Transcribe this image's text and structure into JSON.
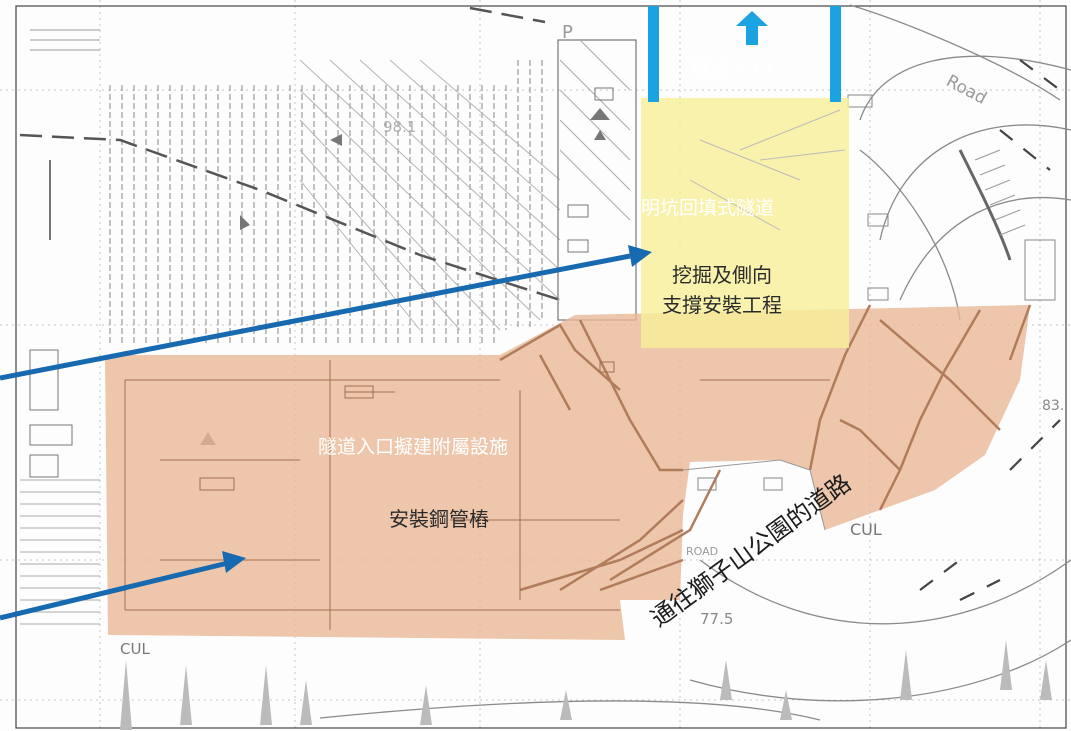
{
  "labels": {
    "tunnel_entrance": "隧道入口",
    "backfill_tunnel": "明坑回填式隧道",
    "excavation_line1": "挖掘及側向",
    "excavation_line2": "支撐安裝工程",
    "ancillary_facilities": "隧道入口擬建附屬設施",
    "steel_pipe_piles": "安裝鋼管樁",
    "road_to_park": "通往獅子山公園的道路"
  },
  "drawing_text": {
    "road": "Road",
    "road_upper": "ROAD",
    "cul_left": "CUL",
    "cul_right": "CUL",
    "level_a": "98.1",
    "level_b": "77.5",
    "level_c": "83.",
    "pier_p": "P"
  },
  "colors": {
    "accent_blue": "#1aa3e0",
    "arrow_blue": "#1769b0",
    "yellow_zone": "#f7ef9a",
    "orange_zone": "#e8b896",
    "orange_line": "#b07c5c",
    "drawing_line": "#7a7a7a"
  }
}
